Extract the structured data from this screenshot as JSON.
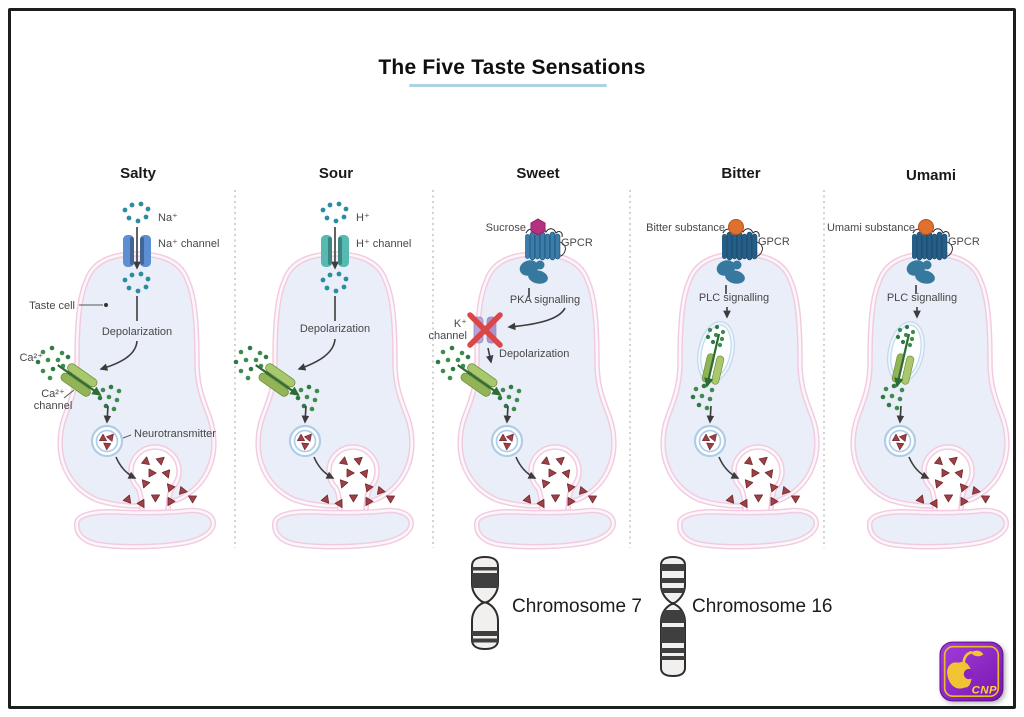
{
  "title": "The Five Taste Sensations",
  "columns": [
    {
      "header": "Salty",
      "ion_label": "Na⁺",
      "channel_label": "Na⁺ channel",
      "taste_cell_label": "Taste cell",
      "depolarization_label": "Depolarization",
      "ca_ion_label": "Ca²⁺",
      "ca_channel_label_line1": "Ca²⁺",
      "ca_channel_label_line2": "channel",
      "neurotransmitter_label": "Neurotransmitter"
    },
    {
      "header": "Sour",
      "ion_label": "H⁺",
      "channel_label": "H⁺ channel",
      "depolarization_label": "Depolarization"
    },
    {
      "header": "Sweet",
      "substance_label": "Sucrose",
      "receptor_label": "GPCR",
      "signalling_label": "PKA signalling",
      "k_channel_label_line1": "K⁺",
      "k_channel_label_line2": "channel",
      "depolarization_label": "Depolarization"
    },
    {
      "header": "Bitter",
      "substance_label": "Bitter substance",
      "receptor_label": "GPCR",
      "signalling_label": "PLC signalling"
    },
    {
      "header": "Umami",
      "substance_label": "Umami substance",
      "receptor_label": "GPCR",
      "signalling_label": "PLC signalling"
    }
  ],
  "chromosomes": [
    {
      "label": "Chromosome 7"
    },
    {
      "label": "Chromosome 16"
    }
  ],
  "logo_text": "CNP",
  "colors": {
    "membrane_pink": "#f2cbe0",
    "cell_fill": "#e9eef8",
    "na_channel_blue": "#5d8ed2",
    "h_channel_teal": "#56b9b2",
    "ion_dot_teal": "#2d8da0",
    "ca_dot_green": "#3f8b4d",
    "ca_channel_green": "#a9c86d",
    "green_arrow": "#2e6b33",
    "neurotransmitter_red": "#9b4247",
    "vesicle_ring_blue": "#aecde9",
    "gpcr_sweet_blue": "#3b7ca8",
    "gpcr_bitter_blue": "#265e88",
    "sucrose_magenta": "#b5307e",
    "substance_orange": "#e0702f",
    "k_channel_purple": "#b5a5d8",
    "blocked_x_red": "#db4646",
    "title_underline_blue": "#aed3e6",
    "logo_purple": "#8a24c0",
    "logo_gold": "#f1c433"
  }
}
